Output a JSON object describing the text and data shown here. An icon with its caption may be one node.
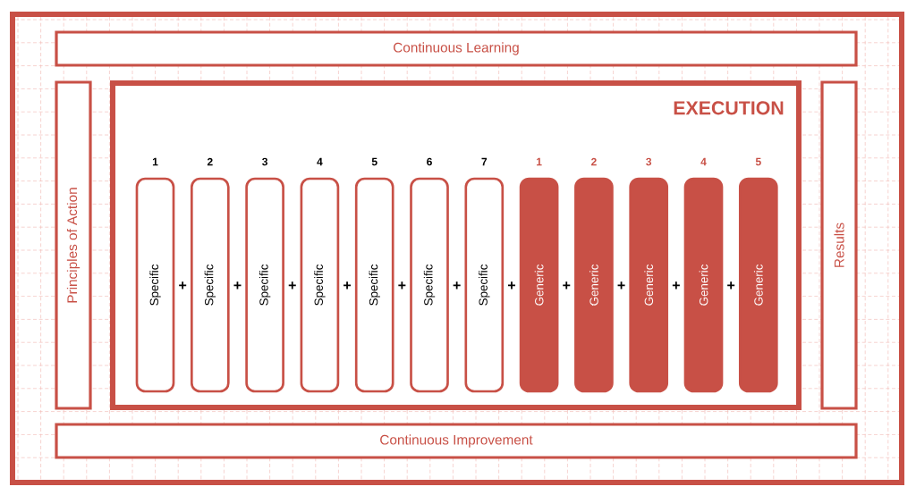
{
  "diagram": {
    "nodes": [
      {
        "text": [
          "Continuous Learning"
        ]
      },
      {
        "text": [
          "Principles of Action"
        ]
      },
      {
        "text": [
          "EXECUTION"
        ]
      },
      {
        "text": [
          "Specific"
        ],
        "beside": [
          "1"
        ],
        "in": 2
      },
      {
        "text": [
          "Specific"
        ],
        "beside": [
          "2"
        ],
        "in": 2
      },
      {
        "text": [
          "Specific"
        ],
        "beside": [
          "3"
        ],
        "in": 2
      },
      {
        "text": [
          "Specific"
        ],
        "beside": [
          "4"
        ],
        "in": 2
      },
      {
        "text": [
          "Specific"
        ],
        "beside": [
          "5"
        ],
        "in": 2
      },
      {
        "text": [
          "Specific"
        ],
        "beside": [
          "6"
        ],
        "in": 2
      },
      {
        "text": [
          "Specific"
        ],
        "beside": [
          "7"
        ],
        "in": 2
      },
      {
        "text": [
          "Generic"
        ],
        "beside": [
          "1"
        ],
        "in": 2
      },
      {
        "text": [
          "Generic"
        ],
        "beside": [
          "2"
        ],
        "in": 2
      },
      {
        "text": [
          "Generic"
        ],
        "beside": [
          "3"
        ],
        "in": 2
      },
      {
        "text": [
          "Generic"
        ],
        "beside": [
          "4"
        ],
        "in": 2
      },
      {
        "text": [
          "Generic"
        ],
        "beside": [
          "5"
        ],
        "in": 2
      },
      {
        "text": [
          "Results"
        ]
      },
      {
        "text": [
          "Continuous Improvement"
        ]
      }
    ],
    "labels": [
      "+",
      "+",
      "+",
      "+",
      "+",
      "+",
      "+",
      "+",
      "+",
      "+",
      "+"
    ]
  }
}
